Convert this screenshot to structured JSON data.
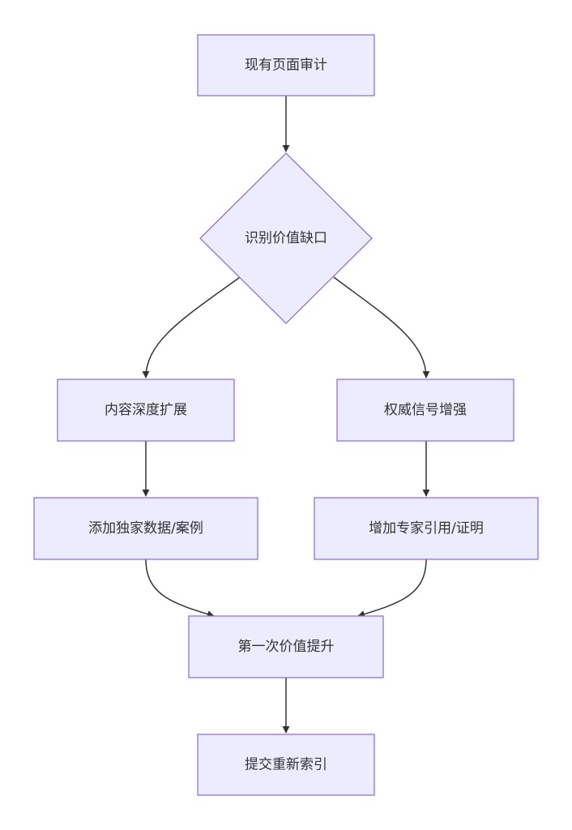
{
  "diagram": {
    "type": "flowchart",
    "direction": "top-down",
    "colors": {
      "node_fill": "#ECECFF",
      "node_stroke": "#9370DB",
      "edge": "#333333",
      "text": "#333333",
      "background": "#FFFFFF"
    },
    "nodes": {
      "audit": "现有页面审计",
      "gap": "识别价值缺口",
      "depth": "内容深度扩展",
      "authority": "权威信号增强",
      "exclusive": "添加独家数据/案例",
      "expert": "增加专家引用/证明",
      "boost": "第一次价值提升",
      "reindex": "提交重新索引"
    },
    "edges": [
      {
        "from": "audit",
        "to": "gap"
      },
      {
        "from": "gap",
        "to": "depth"
      },
      {
        "from": "gap",
        "to": "authority"
      },
      {
        "from": "depth",
        "to": "exclusive"
      },
      {
        "from": "authority",
        "to": "expert"
      },
      {
        "from": "exclusive",
        "to": "boost"
      },
      {
        "from": "expert",
        "to": "boost"
      },
      {
        "from": "boost",
        "to": "reindex"
      }
    ]
  }
}
